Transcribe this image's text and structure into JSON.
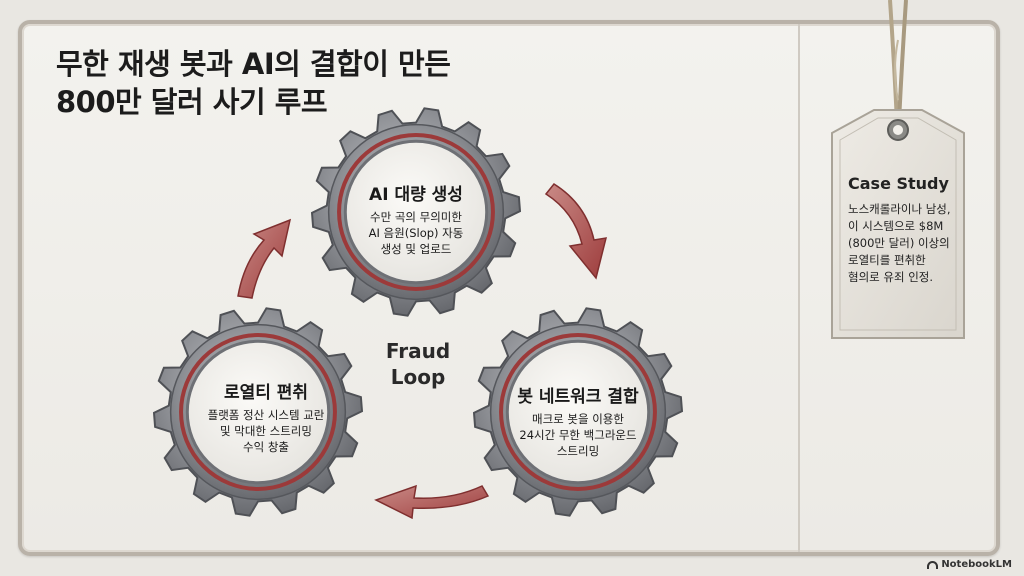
{
  "title": {
    "line1": "무한 재생 봇과 AI의 결합이 만든",
    "line2": "800만 달러 사기 루프"
  },
  "gears": {
    "top": {
      "heading": "AI 대량 생성",
      "desc": "수만 곡의 무의미한\nAI 음원(Slop) 자동\n생성 및 업로드"
    },
    "right": {
      "heading": "봇 네트워크 결합",
      "desc": "매크로 봇을 이용한\n24시간 무한 백그라운드\n스트리밍"
    },
    "left": {
      "heading": "로열티 편취",
      "desc": "플랫폼 정산 시스템 교란\n및 막대한 스트리밍\n수익 창출"
    }
  },
  "center_label": "Fraud\nLoop",
  "case_study": {
    "heading": "Case Study",
    "desc": "노스캐롤라이나 남성,\n이 시스템으로 $8M\n(800만 달러) 이상의\n로열티를 편취한\n혐의로 유죄 인정."
  },
  "brand": "NotebookLM",
  "colors": {
    "gear_steel": "#8d8f94",
    "gear_red_ring": "#9c3a3a",
    "arrow_red": "#a84545",
    "tag_bg": "#e6e3dc",
    "string": "#b3a58a"
  },
  "icons": [
    "gear-icon",
    "curved-arrow-icon",
    "tag-icon",
    "notebooklm-logo-icon"
  ]
}
